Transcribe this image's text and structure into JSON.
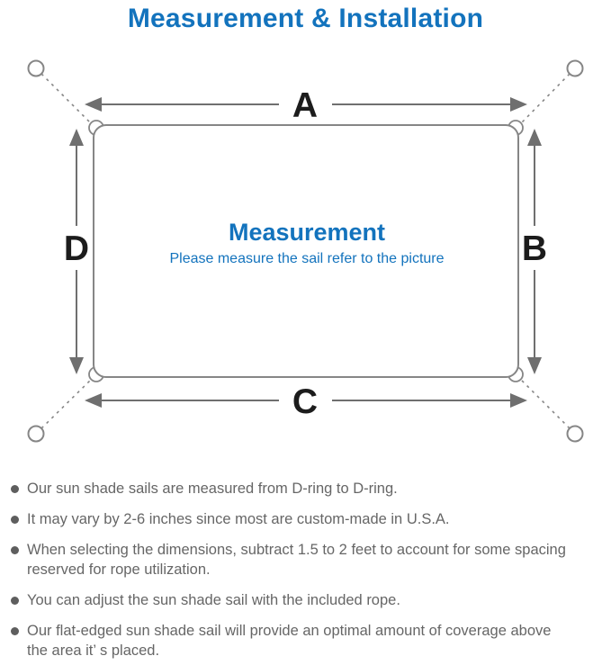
{
  "page": {
    "title": "Measurement & Installation"
  },
  "diagram": {
    "center_title": "Measurement",
    "center_subtitle": "Please measure the sail refer to the picture",
    "labels": {
      "top": "A",
      "right": "B",
      "bottom": "C",
      "left": "D"
    }
  },
  "notes": [
    "Our sun shade sails are measured from D-ring to D-ring.",
    "It may vary by 2-6 inches since most are custom-made in U.S.A.",
    "When selecting the dimensions, subtract 1.5 to 2 feet to account for some spacing\nreserved for rope utilization.",
    "You can adjust the sun shade sail with the included rope.",
    "Our flat-edged sun shade sail will provide an optimal amount of coverage above\nthe area it’ s placed."
  ],
  "colors": {
    "title_blue": "#1373BD",
    "center_text_blue": "#1373BD",
    "outline_gray": "#868686",
    "arrow_gray": "#6f6f6f",
    "label_black": "#1c1c1c",
    "note_text_gray": "#666666"
  }
}
